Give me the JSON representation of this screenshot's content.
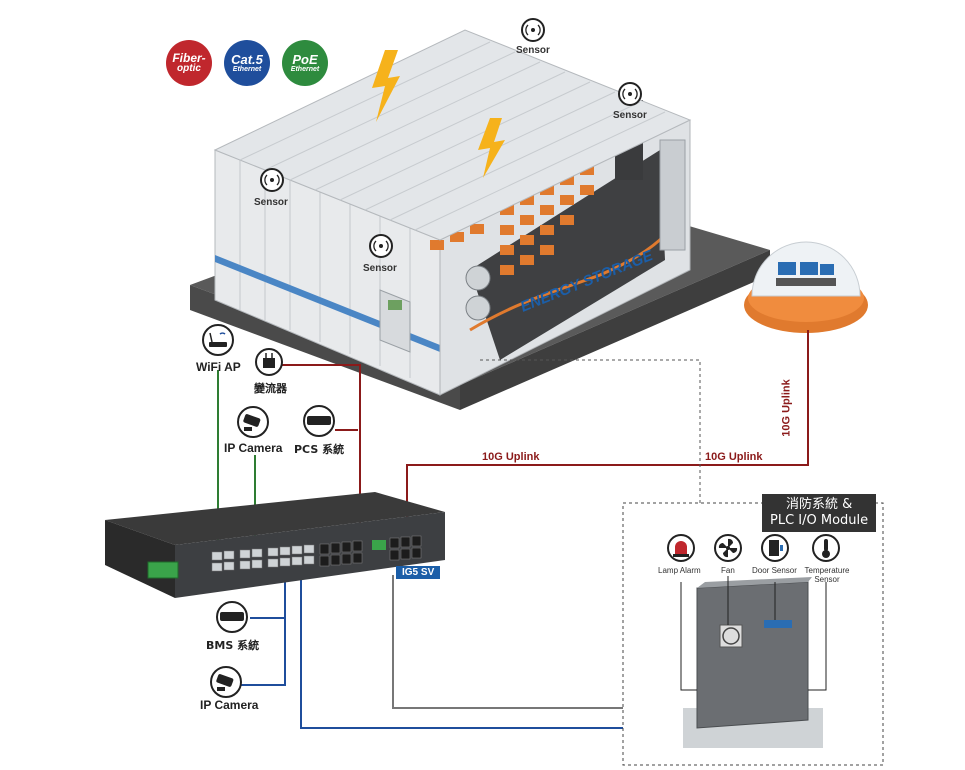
{
  "badges": [
    {
      "line1": "Fiber-",
      "line2": "optic",
      "color": "#c0272d"
    },
    {
      "line1": "Cat.5",
      "line2": "Ethernet",
      "color": "#1f4e9c"
    },
    {
      "line1": "PoE",
      "line2": "Ethernet",
      "color": "#2e8b3e"
    }
  ],
  "sensors": {
    "top": "Sensor",
    "right": "Sensor",
    "left": "Sensor",
    "front": "Sensor"
  },
  "container": {
    "storage_text": "ENERGY STORAGE"
  },
  "devices": {
    "wifi_ap": "WiFi AP",
    "inverter": "變流器",
    "ip_camera_top": "IP Camera",
    "pcs": "PCS 系統",
    "bms": "BMS 系統",
    "ip_camera_bottom": "IP Camera"
  },
  "switch": {
    "model": "IG5 SV"
  },
  "links": {
    "uplink_left": "10G Uplink",
    "uplink_mid": "10G Uplink",
    "uplink_vertical": "10G Uplink"
  },
  "plc": {
    "title_line1": "消防系統 &",
    "title_line2": "PLC I/O Module",
    "items": [
      "Lamp Alarm",
      "Fan",
      "Door Sensor",
      "Temperature Sensor"
    ]
  },
  "colors": {
    "fiber": "#8b1a1a",
    "poe": "#2e7d32",
    "ethernet": "#1f4e9c",
    "gray": "#777777",
    "orange": "#e07a2e"
  }
}
